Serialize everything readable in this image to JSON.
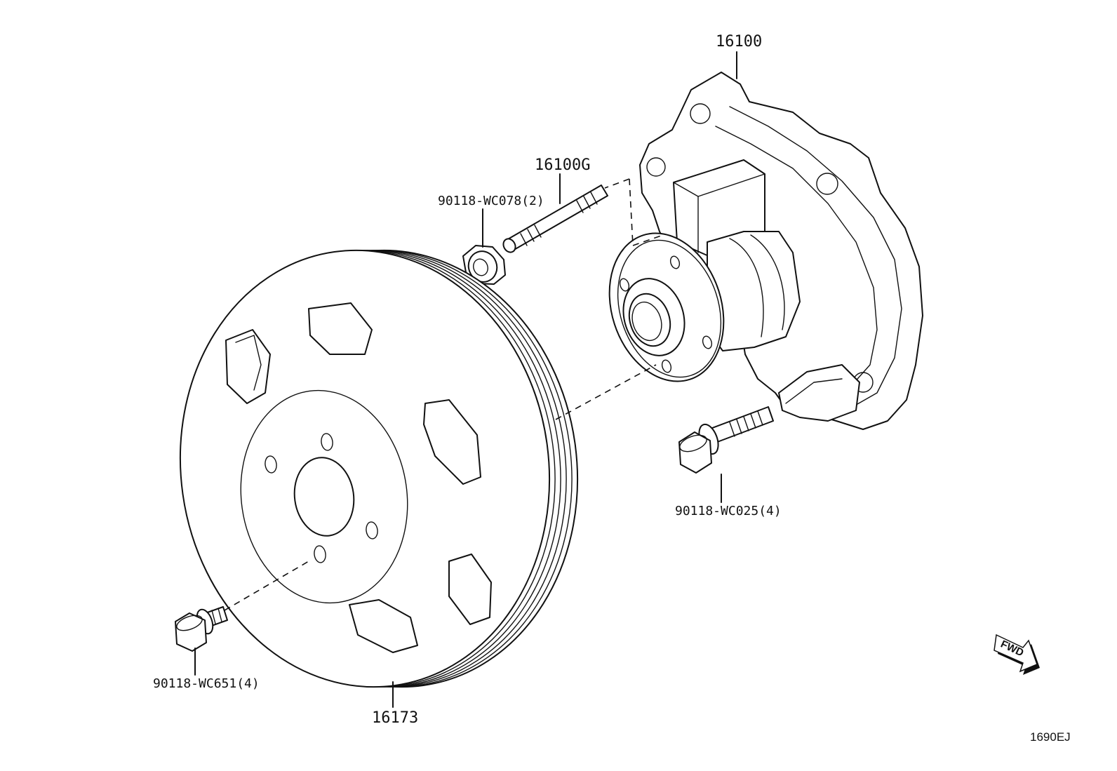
{
  "diagram": {
    "callouts": {
      "water_pump": "16100",
      "gasket": "16100G",
      "stud": "90118-WC078(2)",
      "pump_bolt": "90118-WC025(4)",
      "pulley_bolt": "90118-WC651(4)",
      "pulley": "16173"
    },
    "fwd_arrow_text": "FWD",
    "diagram_code": "1690EJ",
    "icons": [
      "fwd-arrow-icon"
    ]
  }
}
